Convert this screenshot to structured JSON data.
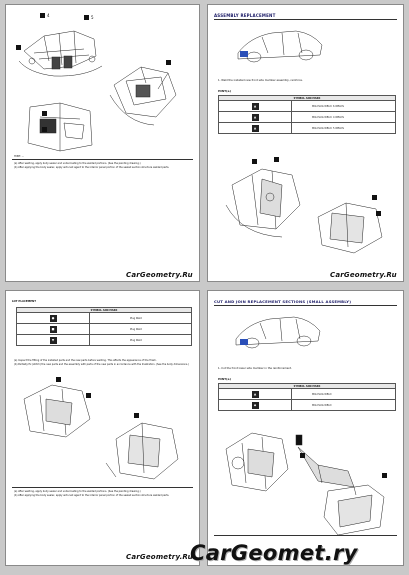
{
  "page1": {
    "note": "HINT: ...",
    "footnote_a": "(a) After welding, apply body sealer and undercoating to the welded portions. (See the painting drawing.)",
    "footnote_b": "(b) After applying the body sealer, apply anti-rust agent to the interior panel portion of the sealed section structure welded parts.",
    "watermark": "CarGeometry.Ru"
  },
  "page2": {
    "title": "ASSEMBLY REPLACEMENT",
    "step": "1. Weld the installed new front side member assembly, reinforce.",
    "hint": "HINT(a)",
    "table_header": "SYMBOL AND MARK",
    "rows": [
      {
        "symbol": "▲",
        "text": "MIG PLUG WELD: 6 WELDS"
      },
      {
        "symbol": "▲",
        "text": "MIG PLUG WELD: 4 WELDS"
      },
      {
        "symbol": "▲",
        "text": "MIG PLUG WELD: 5 WELDS"
      }
    ],
    "watermark": "CarGeometry.Ru"
  },
  "page3": {
    "title": "LOT PLACEMENT",
    "table_header": "SYMBOL AND MARK",
    "rows": [
      {
        "symbol": "●",
        "text": "Plug Weld"
      },
      {
        "symbol": "■",
        "text": "Plug Weld"
      },
      {
        "symbol": "▼",
        "text": "Plug Weld"
      }
    ],
    "note_a": "(a) Inspect the fitting of the installed parts and the new parts before welding. This affects the appearance of the finish.",
    "note_b": "(b) Partially fix (stitch) the new parts and the assembly with parts of the new parts in accordance with the illustration. (See the body dimensions.)",
    "footnote_a": "(a) After welding, apply body sealer and undercoating to the welded portions. (See the painting drawing.)",
    "footnote_b": "(b) After applying the body sealer, apply anti-rust agent to the interior panel portion of the sealed section structure welded parts.",
    "watermark": "CarGeometry.Ru"
  },
  "page4": {
    "title": "CUT AND JOIN REPLACEMENT SECTIONS (SMALL ASSEMBLY)",
    "step": "1. Cut the front lower side member in the reinforcement.",
    "hint": "HINT(a)",
    "table_header": "SYMBOL AND MARK",
    "rows": [
      {
        "symbol": "▲",
        "text": "MIG PLUG WELD"
      },
      {
        "symbol": "◆",
        "text": "MIG PLUG WELD"
      }
    ]
  },
  "watermark_large": "CarGeomet.ry"
}
